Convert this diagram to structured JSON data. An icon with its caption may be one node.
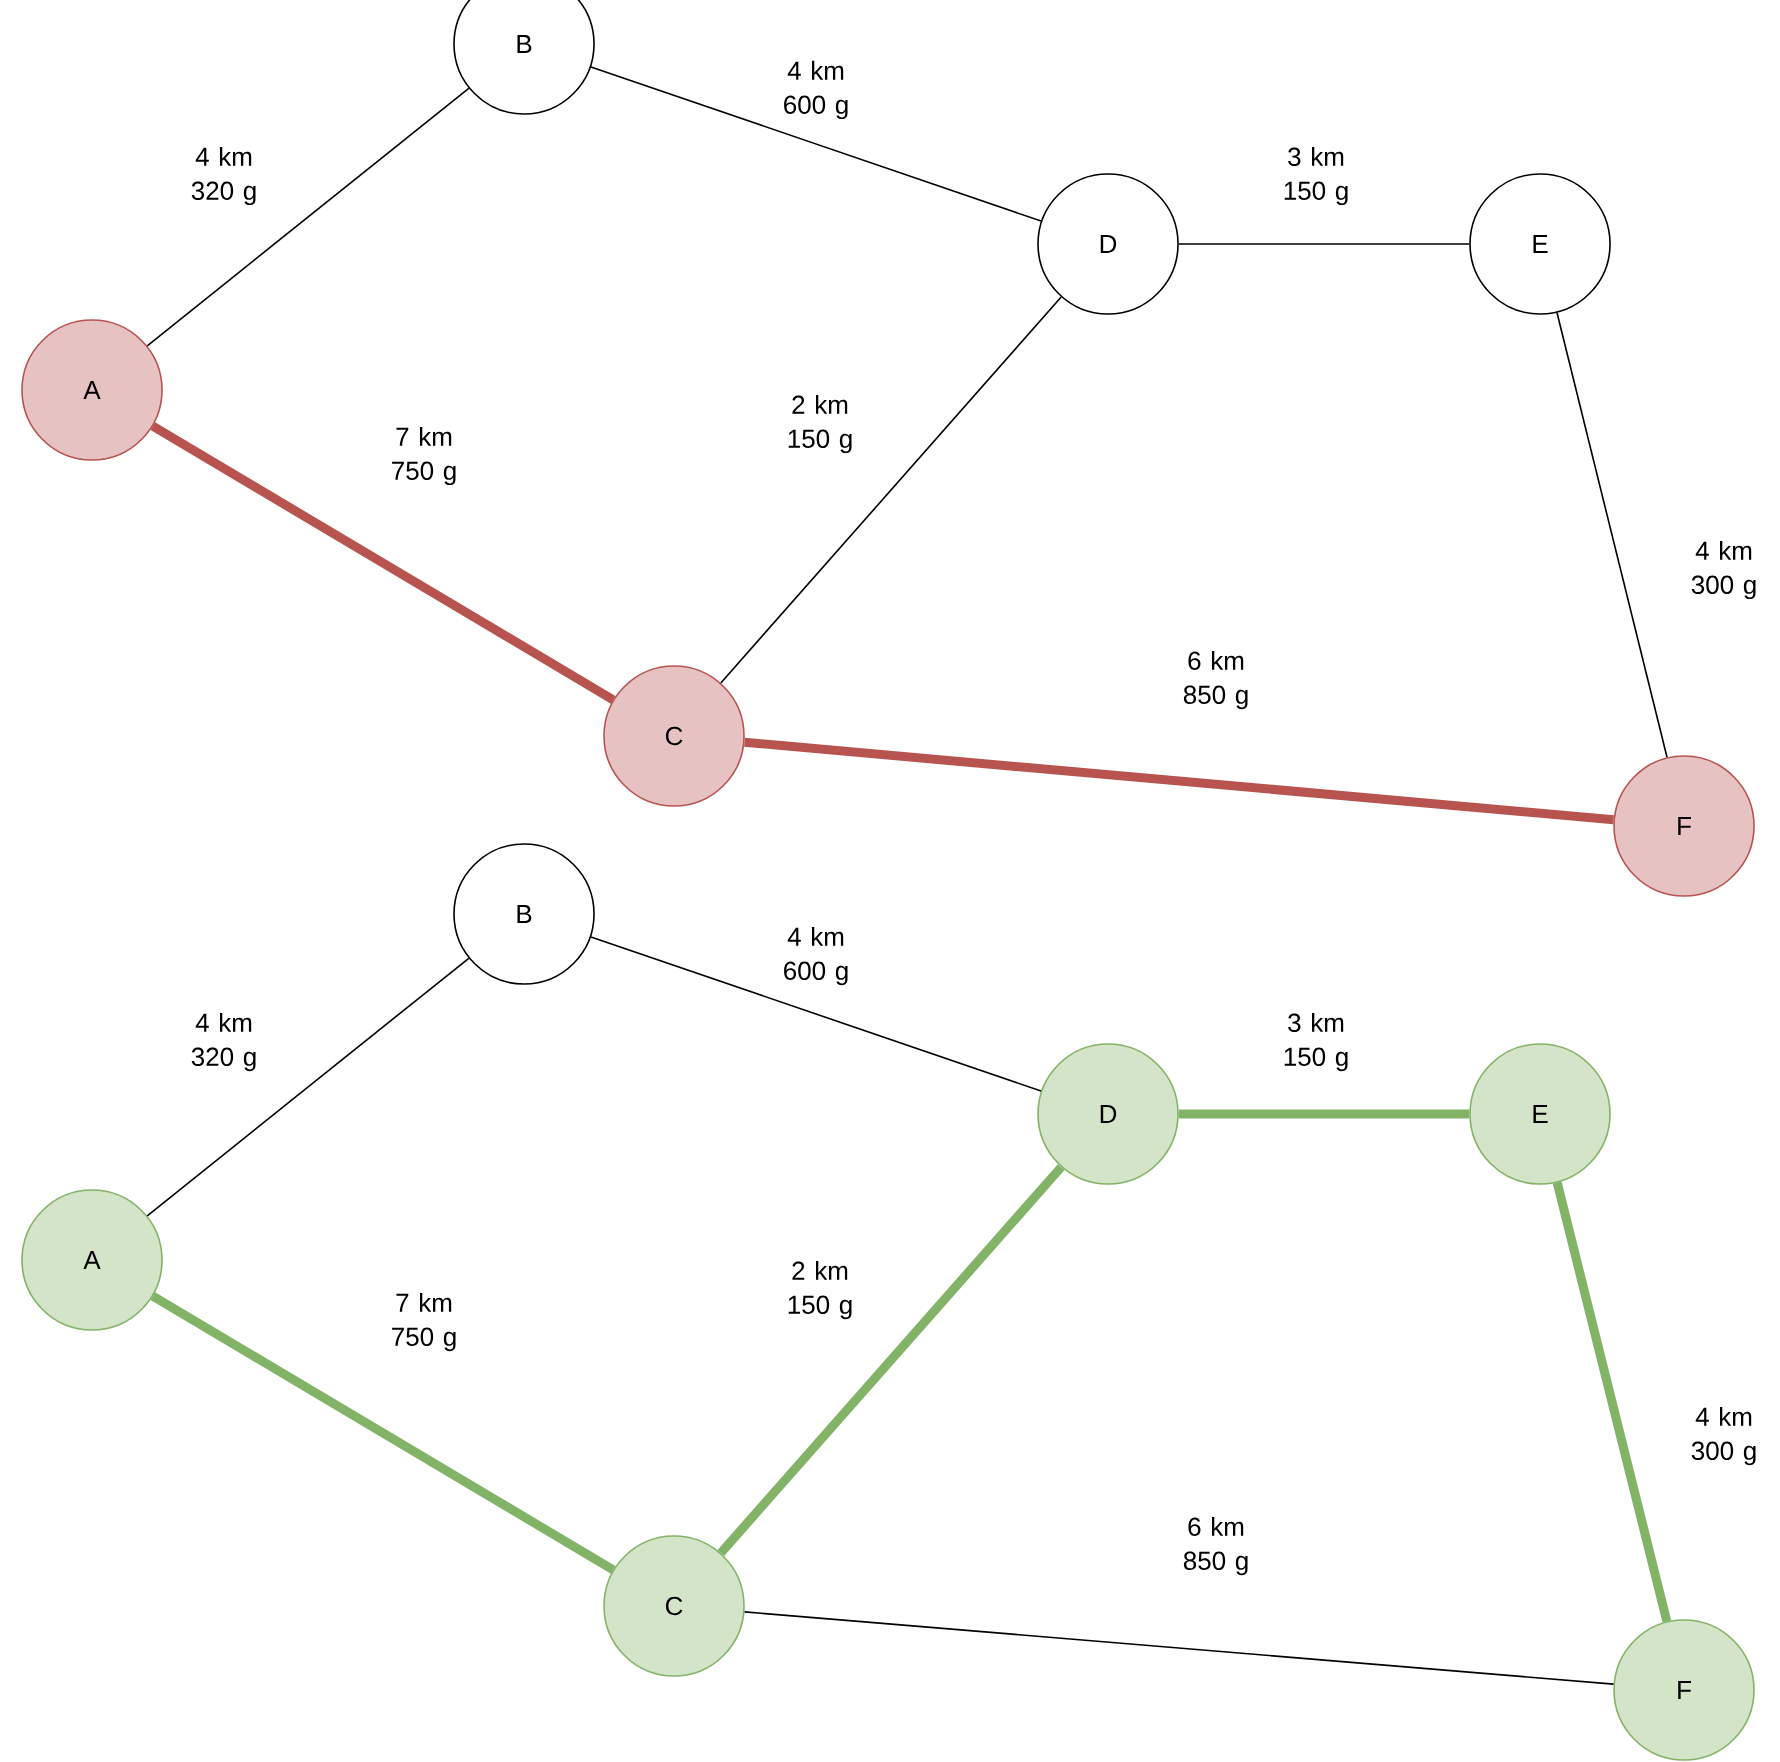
{
  "diagram": {
    "nodes": [
      {
        "text": [
          "A"
        ]
      },
      {
        "text": [
          "B"
        ]
      },
      {
        "text": [
          "C"
        ]
      },
      {
        "text": [
          "D"
        ]
      },
      {
        "text": [
          "E"
        ]
      },
      {
        "text": [
          "F"
        ]
      },
      {
        "text": [
          "A"
        ]
      },
      {
        "text": [
          "B"
        ]
      },
      {
        "text": [
          "C"
        ]
      },
      {
        "text": [
          "D"
        ]
      },
      {
        "text": [
          "E"
        ]
      },
      {
        "text": [
          "F"
        ]
      }
    ],
    "edges": [
      {
        "from": 0,
        "to": 1,
        "arrow": "none",
        "label": "4 km 320 g"
      },
      {
        "from": 1,
        "to": 3,
        "arrow": "none",
        "label": "4 km 600 g"
      },
      {
        "from": 3,
        "to": 4,
        "arrow": "none",
        "label": "3 km 150 g"
      },
      {
        "from": 0,
        "to": 2,
        "arrow": "none",
        "label": "7 km 750 g",
        "style": "thick",
        "color": "#b85450"
      },
      {
        "from": 2,
        "to": 3,
        "arrow": "none",
        "label": "2 km 150 g"
      },
      {
        "from": 4,
        "to": 5,
        "arrow": "none",
        "label": "4 km 300 g"
      },
      {
        "from": 2,
        "to": 5,
        "arrow": "none",
        "label": "6 km 850 g",
        "style": "thick",
        "color": "#b85450"
      },
      {
        "from": 6,
        "to": 7,
        "arrow": "none",
        "label": "4 km 320 g"
      },
      {
        "from": 7,
        "to": 9,
        "arrow": "none",
        "label": "4 km 600 g"
      },
      {
        "from": 9,
        "to": 10,
        "arrow": "none",
        "label": "3 km 150 g",
        "style": "thick",
        "color": "#82b366"
      },
      {
        "from": 6,
        "to": 8,
        "arrow": "none",
        "label": "7 km 750 g",
        "style": "thick",
        "color": "#82b366"
      },
      {
        "from": 8,
        "to": 9,
        "arrow": "none",
        "label": "2 km 150 g",
        "style": "thick",
        "color": "#82b366"
      },
      {
        "from": 10,
        "to": 11,
        "arrow": "none",
        "label": "4 km 300 g",
        "style": "thick",
        "color": "#82b366"
      },
      {
        "from": 8,
        "to": 11,
        "arrow": "none",
        "label": "6 km 850 g"
      }
    ]
  }
}
